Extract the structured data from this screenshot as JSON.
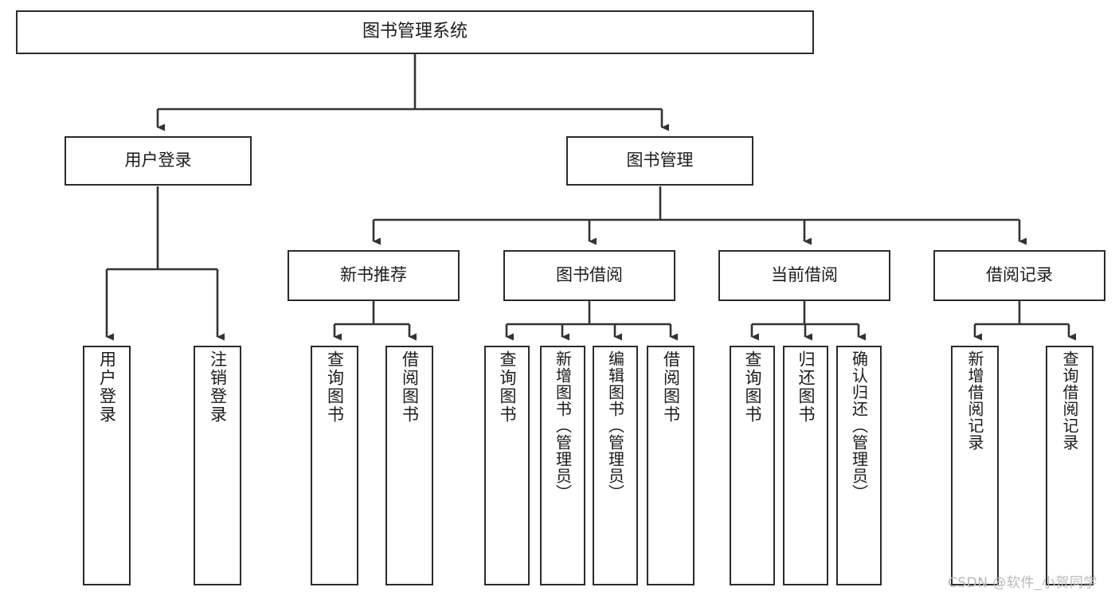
{
  "diagram": {
    "type": "tree",
    "title": "图书管理系统",
    "colors": {
      "box_border": "#2b2b2b",
      "box_fill": "#ffffff",
      "edge": "#333333",
      "text": "#1b1b1b",
      "watermark": "#b9b9b9"
    },
    "nodes": {
      "root": {
        "label": "图书管理系统",
        "level": 1
      },
      "level2": [
        {
          "id": "user-login",
          "label": "用户登录"
        },
        {
          "id": "book-manage",
          "label": "图书管理"
        }
      ],
      "level3": [
        {
          "id": "new-book-rec",
          "label": "新书推荐"
        },
        {
          "id": "book-borrow",
          "label": "图书借阅"
        },
        {
          "id": "current-borrow",
          "label": "当前借阅"
        },
        {
          "id": "borrow-record",
          "label": "借阅记录"
        }
      ],
      "leaves": {
        "user-login": [
          {
            "id": "leaf-user-login",
            "label": "用户登录"
          },
          {
            "id": "leaf-user-logout",
            "label": "注销登录"
          }
        ],
        "new-book-rec": [
          {
            "id": "leaf-query-book-1",
            "label": "查询图书"
          },
          {
            "id": "leaf-borrow-book-1",
            "label": "借阅图书"
          }
        ],
        "book-borrow": [
          {
            "id": "leaf-query-book-2",
            "label": "查询图书"
          },
          {
            "id": "leaf-add-book",
            "label": "新增图书（管理员）"
          },
          {
            "id": "leaf-edit-book",
            "label": "编辑图书（管理员）"
          },
          {
            "id": "leaf-borrow-book-2",
            "label": "借阅图书"
          }
        ],
        "current-borrow": [
          {
            "id": "leaf-query-book-3",
            "label": "查询图书"
          },
          {
            "id": "leaf-return-book",
            "label": "归还图书"
          },
          {
            "id": "leaf-confirm-return",
            "label": "确认归还（管理员）"
          }
        ],
        "borrow-record": [
          {
            "id": "leaf-add-record",
            "label": "新增借阅记录"
          },
          {
            "id": "leaf-query-record",
            "label": "查询借阅记录"
          }
        ]
      }
    },
    "watermark": "CSDN @软件_小贺同学"
  }
}
